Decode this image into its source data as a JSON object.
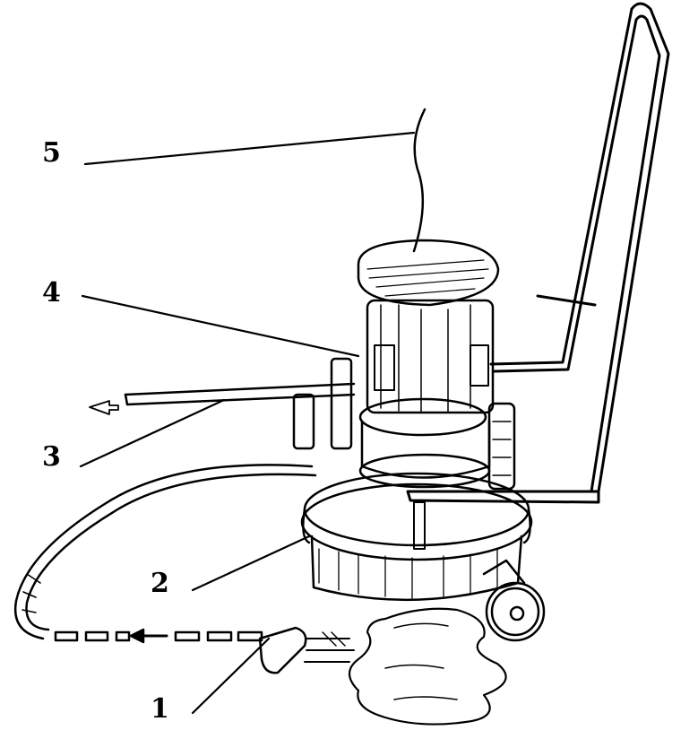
{
  "diagram": {
    "callouts": [
      {
        "id": "5",
        "text": "5",
        "target": "power-cable"
      },
      {
        "id": "4",
        "text": "4",
        "target": "electric-motor"
      },
      {
        "id": "3",
        "text": "3",
        "target": "exhaust-hose"
      },
      {
        "id": "2",
        "text": "2",
        "target": "tank"
      },
      {
        "id": "1",
        "text": "1",
        "target": "suction-nozzle"
      }
    ],
    "colors": {
      "ink": "#000000",
      "paper": "#ffffff"
    }
  }
}
